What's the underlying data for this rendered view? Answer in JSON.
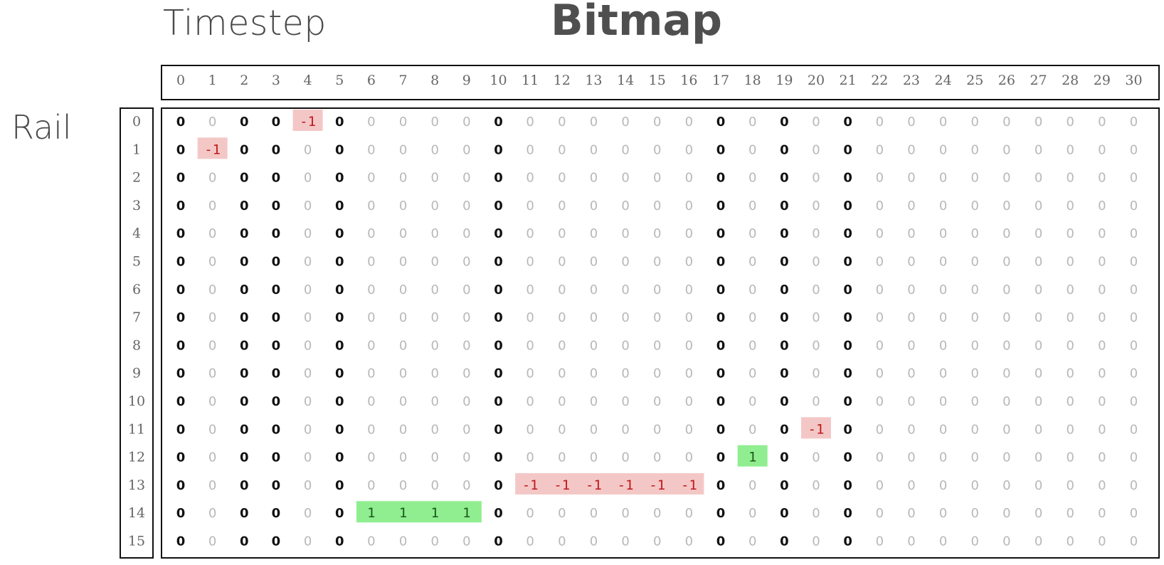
{
  "labels": {
    "timestep": "Timestep",
    "title": "Bitmap",
    "rail": "Rail"
  },
  "colors": {
    "negative_highlight": "#f4c7c7",
    "negative_text": "#c01818",
    "positive_highlight": "#90ee90",
    "positive_text": "#1a5a1a",
    "bold_text": "#111111",
    "faint_text": "#b8b8b8",
    "axis_text": "#666666"
  },
  "timesteps": [
    "0",
    "1",
    "2",
    "3",
    "4",
    "5",
    "6",
    "7",
    "8",
    "9",
    "10",
    "11",
    "12",
    "13",
    "14",
    "15",
    "16",
    "17",
    "18",
    "19",
    "20",
    "21",
    "22",
    "23",
    "24",
    "25",
    "26",
    "27",
    "28",
    "29",
    "30"
  ],
  "rails": [
    "0",
    "1",
    "2",
    "3",
    "4",
    "5",
    "6",
    "7",
    "8",
    "9",
    "10",
    "11",
    "12",
    "13",
    "14",
    "15"
  ],
  "bold_columns": [
    0,
    2,
    3,
    5,
    10,
    17,
    19,
    21
  ],
  "overrides": [
    {
      "rail": 0,
      "timestep": 4,
      "value": "-1"
    },
    {
      "rail": 0,
      "timestep": 5,
      "value": "0",
      "bold": true
    },
    {
      "rail": 1,
      "timestep": 1,
      "value": "-1"
    },
    {
      "rail": 11,
      "timestep": 20,
      "value": "-1"
    },
    {
      "rail": 12,
      "timestep": 18,
      "value": "1"
    },
    {
      "rail": 13,
      "timestep": 11,
      "value": "-1"
    },
    {
      "rail": 13,
      "timestep": 12,
      "value": "-1"
    },
    {
      "rail": 13,
      "timestep": 13,
      "value": "-1"
    },
    {
      "rail": 13,
      "timestep": 14,
      "value": "-1"
    },
    {
      "rail": 13,
      "timestep": 15,
      "value": "-1"
    },
    {
      "rail": 13,
      "timestep": 16,
      "value": "-1"
    },
    {
      "rail": 14,
      "timestep": 6,
      "value": "1"
    },
    {
      "rail": 14,
      "timestep": 7,
      "value": "1"
    },
    {
      "rail": 14,
      "timestep": 8,
      "value": "1"
    },
    {
      "rail": 14,
      "timestep": 9,
      "value": "1"
    }
  ],
  "default_value": "0"
}
